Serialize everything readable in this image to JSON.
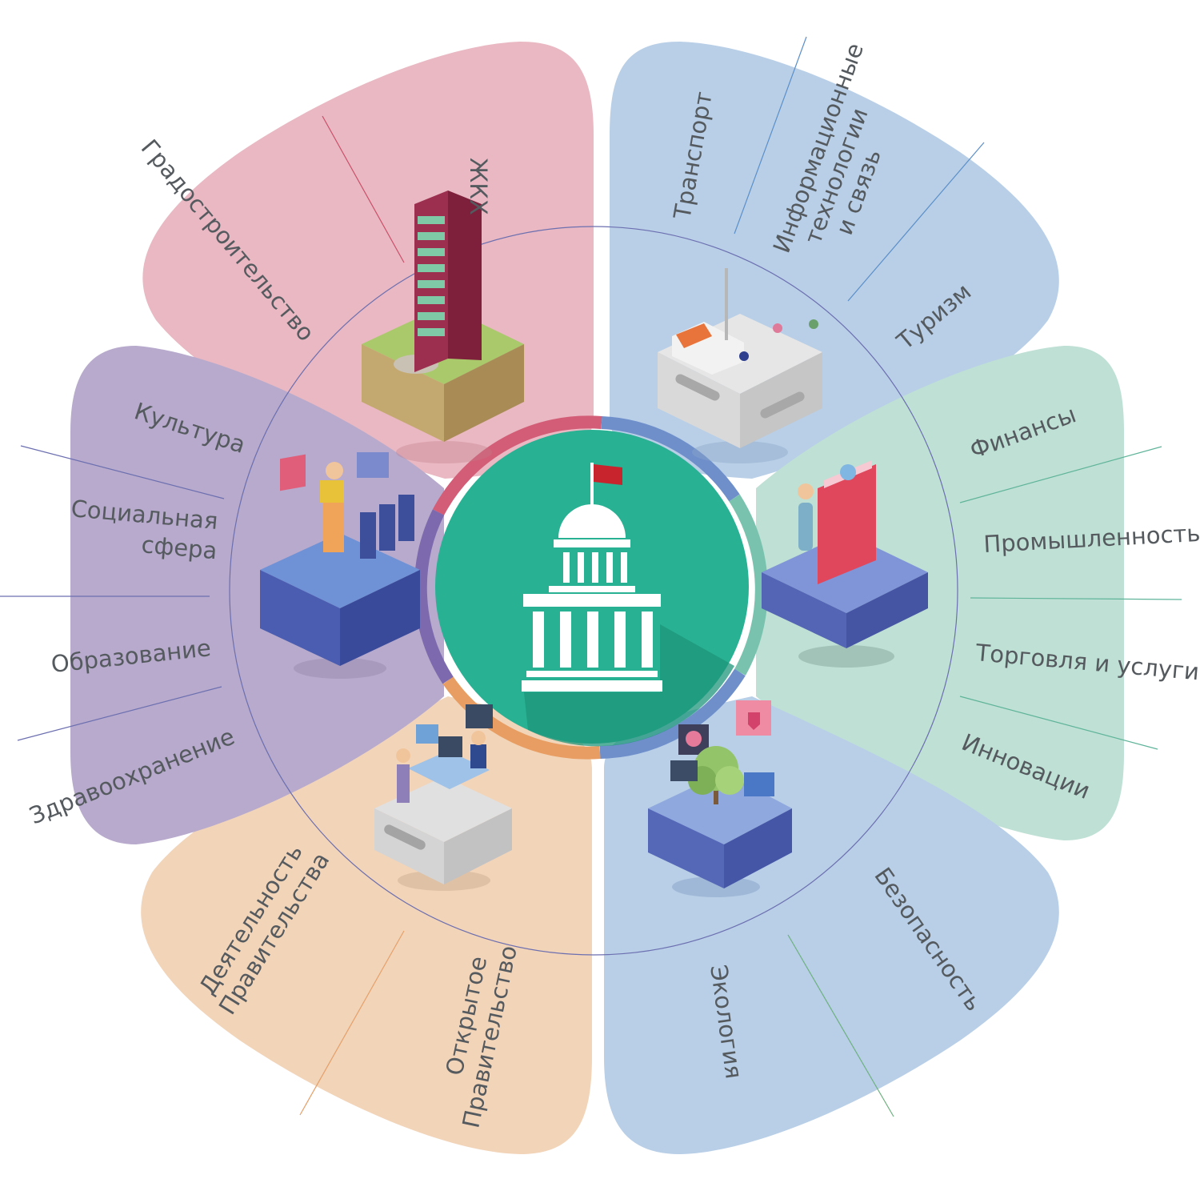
{
  "colors": {
    "pink": "#E9B8C2",
    "blue": "#B8CFE7",
    "green": "#BFE0D4",
    "purple": "#B7AACC",
    "peach": "#F2D4B9",
    "center": "#28B193",
    "label": "#555A5F",
    "white": "#FFFFFF"
  },
  "center": {
    "icon": "government-building-icon"
  },
  "labels": {
    "zhkh": "ЖКХ",
    "gradostroitelstvo": "Градостроительство",
    "transport": "Транспорт",
    "it": [
      "Информационные",
      "технологии",
      "и связь"
    ],
    "turizm": "Туризм",
    "finansy": "Финансы",
    "promyshlennost": "Промышленность",
    "torgovlya": "Торговля и услуги",
    "innovatsii": "Инновации",
    "bezopasnost": "Безопасность",
    "ekologiya": "Экология",
    "otkrytoe": [
      "Открытое",
      "Правительство"
    ],
    "deyatelnost": [
      "Деятельность",
      "Правительства"
    ],
    "zdravookhranenie": "Здравоохранение",
    "obrazovanie": "Образование",
    "sotsialnaya": [
      "Социальная",
      "сфера"
    ],
    "kultura": "Культура"
  }
}
